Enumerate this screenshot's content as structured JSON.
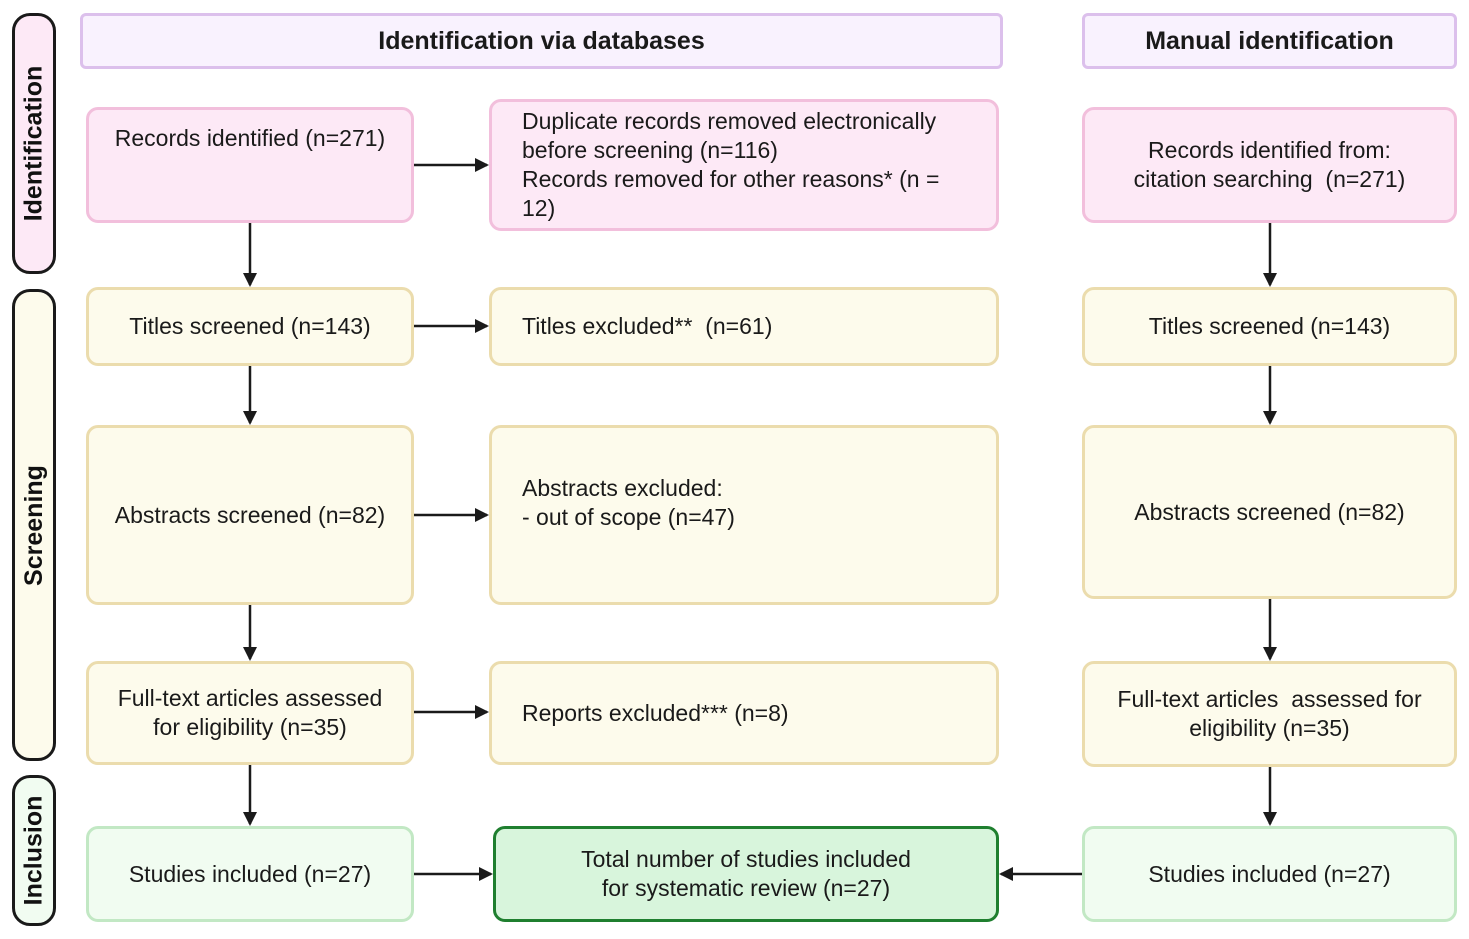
{
  "phases": {
    "identification": "Identification",
    "screening": "Screening",
    "inclusion": "Inclusion"
  },
  "headers": {
    "databases": "Identification via databases",
    "manual": "Manual identification"
  },
  "databases": {
    "records_identified": "Records identified (n=271)",
    "removed": {
      "line1": "Duplicate records removed electronically",
      "line2": "before screening (n=116)",
      "line3": "Records removed for other reasons* (n =",
      "line4": "12)"
    },
    "titles_screened": "Titles screened (n=143)",
    "titles_excluded": "Titles excluded**  (n=61)",
    "abstracts_screened": "Abstracts screened (n=82)",
    "abstracts_excluded": {
      "line1": "Abstracts excluded:",
      "line2": "- out of scope (n=47)"
    },
    "fulltext": {
      "line1": "Full-text articles assessed",
      "line2": "for eligibility (n=35)"
    },
    "reports_excluded": "Reports excluded*** (n=8)",
    "studies_included": "Studies included (n=27)"
  },
  "total": {
    "line1": "Total number of studies included",
    "line2": "for systematic review (n=27)"
  },
  "manual": {
    "records": {
      "line1": "Records identified from:",
      "line2": "citation searching  (n=271)"
    },
    "titles_screened": "Titles screened (n=143)",
    "abstracts_screened": "Abstracts screened (n=82)",
    "fulltext": {
      "line1": "Full-text articles  assessed for",
      "line2": "eligibility (n=35)"
    },
    "studies_included": "Studies included (n=27)"
  },
  "colors": {
    "header_fill": "#f9f2fe",
    "identification": "#fde9f6",
    "screening": "#fdfbec",
    "inclusion": "#f1fcf1",
    "total_fill": "#d8f5dc",
    "total_border": "#1f7f2f",
    "arrow": "#1a1a1a"
  }
}
